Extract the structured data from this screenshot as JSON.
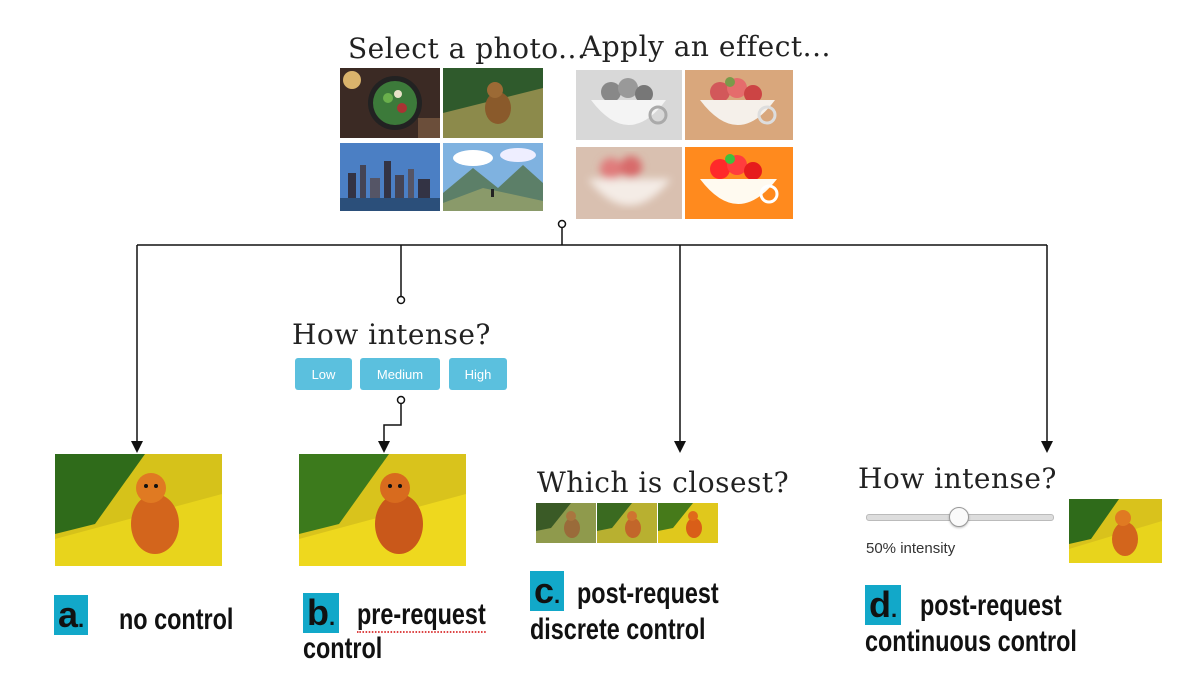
{
  "headings": {
    "select_photo": "Select a photo...",
    "apply_effect": "Apply an effect...",
    "how_intense_1": "How intense?",
    "which_closest": "Which is closest?",
    "how_intense_2": "How intense?"
  },
  "buttons": {
    "low": "Low",
    "medium": "Medium",
    "high": "High"
  },
  "slider": {
    "label": "50% intensity",
    "value_percent": 50
  },
  "options": [
    {
      "letter": "a",
      "sep": ".",
      "line1": "no control",
      "line2": ""
    },
    {
      "letter": "b",
      "sep": ".",
      "line1": "pre-request",
      "line2": "control"
    },
    {
      "letter": "c",
      "sep": ".",
      "line1": "post-request",
      "line2": "discrete control"
    },
    {
      "letter": "d",
      "sep": ".",
      "line1": "post-request",
      "line2": "continuous control"
    }
  ],
  "colors": {
    "button": "#5bc0de",
    "tag": "#12a8c9",
    "line": "#111111"
  }
}
